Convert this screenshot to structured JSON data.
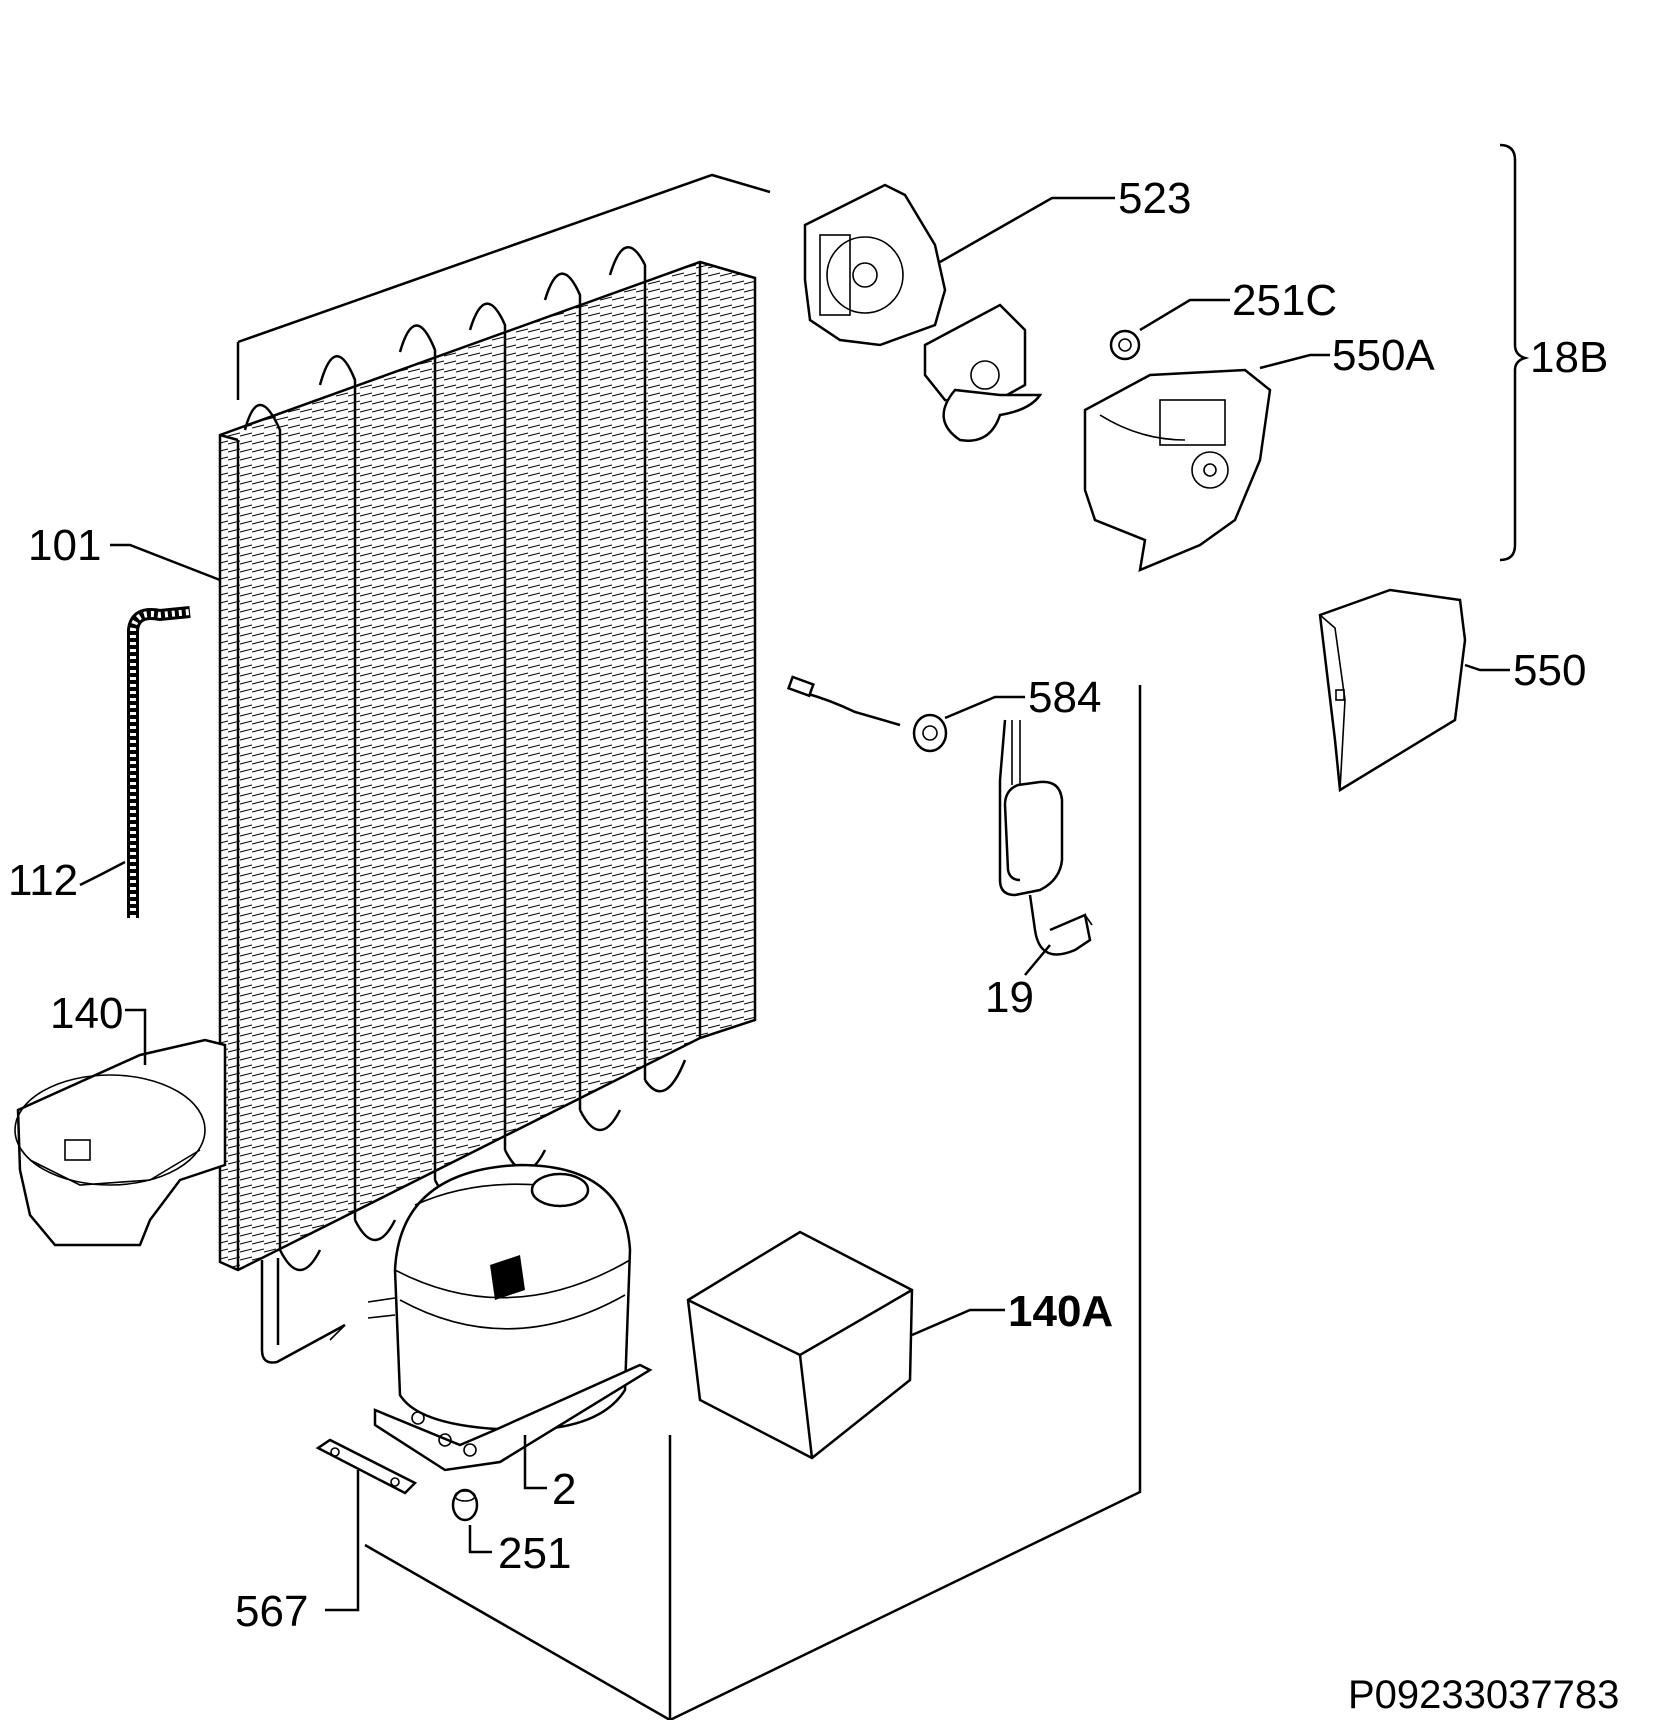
{
  "diagram": {
    "labels": {
      "p523": "523",
      "p251c": "251C",
      "p550a": "550A",
      "p18b": "18B",
      "p101": "101",
      "p550": "550",
      "p584": "584",
      "p112": "112",
      "p19": "19",
      "p140": "140",
      "p140a": "140A",
      "p2": "2",
      "p251": "251",
      "p567": "567"
    },
    "reference": "P09233037783"
  }
}
